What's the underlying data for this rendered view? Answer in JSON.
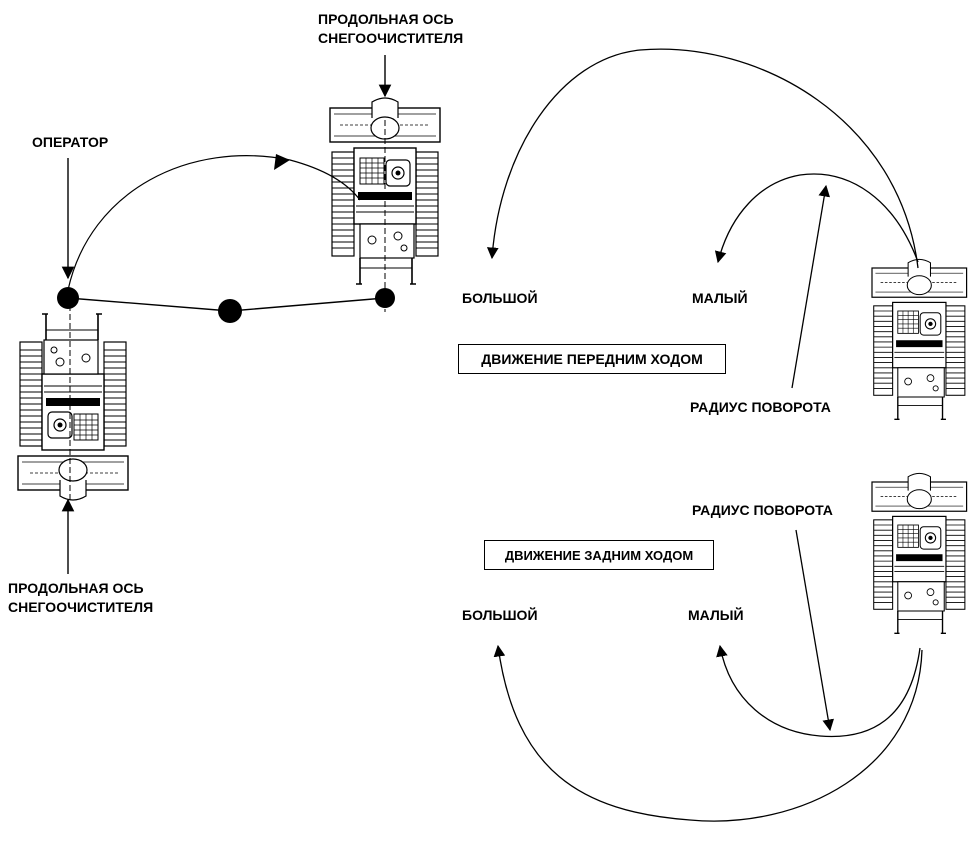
{
  "labels": {
    "axis_top_line1": "ПРОДОЛЬНАЯ ОСЬ",
    "axis_top_line2": "СНЕГООЧИСТИТЕЛЯ",
    "operator": "ОПЕРАТОР",
    "axis_bottom_line1": "ПРОДОЛЬНАЯ ОСЬ",
    "axis_bottom_line2": "СНЕГООЧИСТИТЕЛЯ",
    "forward": {
      "large": "БОЛЬШОЙ",
      "small": "МАЛЫЙ",
      "caption": "ДВИЖЕНИЕ ПЕРЕДНИМ ХОДОМ",
      "radius": "РАДИУС ПОВОРОТА"
    },
    "reverse": {
      "large": "БОЛЬШОЙ",
      "small": "МАЛЫЙ",
      "caption": "ДВИЖЕНИЕ ЗАДНИМ ХОДОМ",
      "radius": "РАДИУС ПОВОРОТА"
    }
  }
}
